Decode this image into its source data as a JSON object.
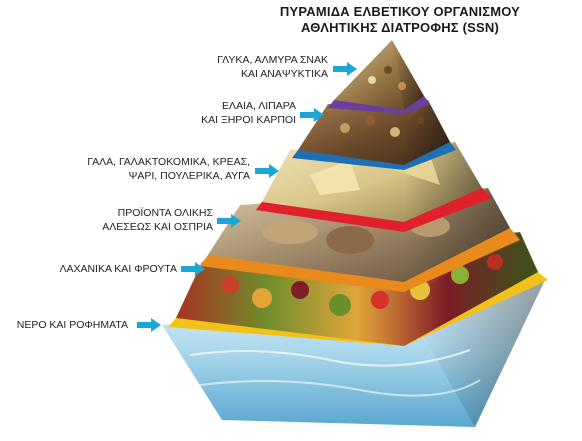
{
  "title": {
    "line1": "ΠΥΡΑΜΙΔΑ ΕΛΒΕΤΙΚΟΥ ΟΡΓΑΝΙΣΜΟΥ",
    "line2": "ΑΘΛΗΤΙΚΗΣ ΔΙΑΤΡΟΦΗΣ (SSN)"
  },
  "levels": [
    {
      "line1": "ΓΛΥΚΑ, ΑΛΜΥΡΑ ΣΝΑΚ",
      "line2": "ΚΑΙ ΑΝΑΨΥΚΤΙΚΑ",
      "band_color": "#6a3fa0"
    },
    {
      "line1": "ΕΛΑΙΑ, ΛΙΠΑΡΑ",
      "line2": "ΚΑΙ ΞΗΡΟΙ ΚΑΡΠΟΙ",
      "band_color": "#1f6fb5"
    },
    {
      "line1": "ΓΑΛΑ, ΓΑΛΑΚΤΟΚΟΜΙΚΑ, ΚΡΕΑΣ,",
      "line2": "ΨΑΡΙ, ΠΟΥΛΕΡΙΚΑ, ΑΥΓΑ",
      "band_color": "#e0202a"
    },
    {
      "line1": "ΠΡΟΪΟΝΤΑ ΟΛΙΚΗΣ",
      "line2": "ΑΛΕΣΕΩΣ ΚΑΙ ΟΣΠΡΙΑ",
      "band_color": "#e88a1c"
    },
    {
      "line1": "ΛΑΧΑΝΙΚΑ ΚΑΙ ΦΡΟΥΤΑ",
      "line2": "",
      "band_color": "#f2c21a"
    },
    {
      "line1": "ΝΕΡΟ ΚΑΙ ΡΟΦΗΜΑΤΑ",
      "line2": "",
      "band_color": ""
    }
  ],
  "colors": {
    "arrow": "#1aa7d6"
  }
}
